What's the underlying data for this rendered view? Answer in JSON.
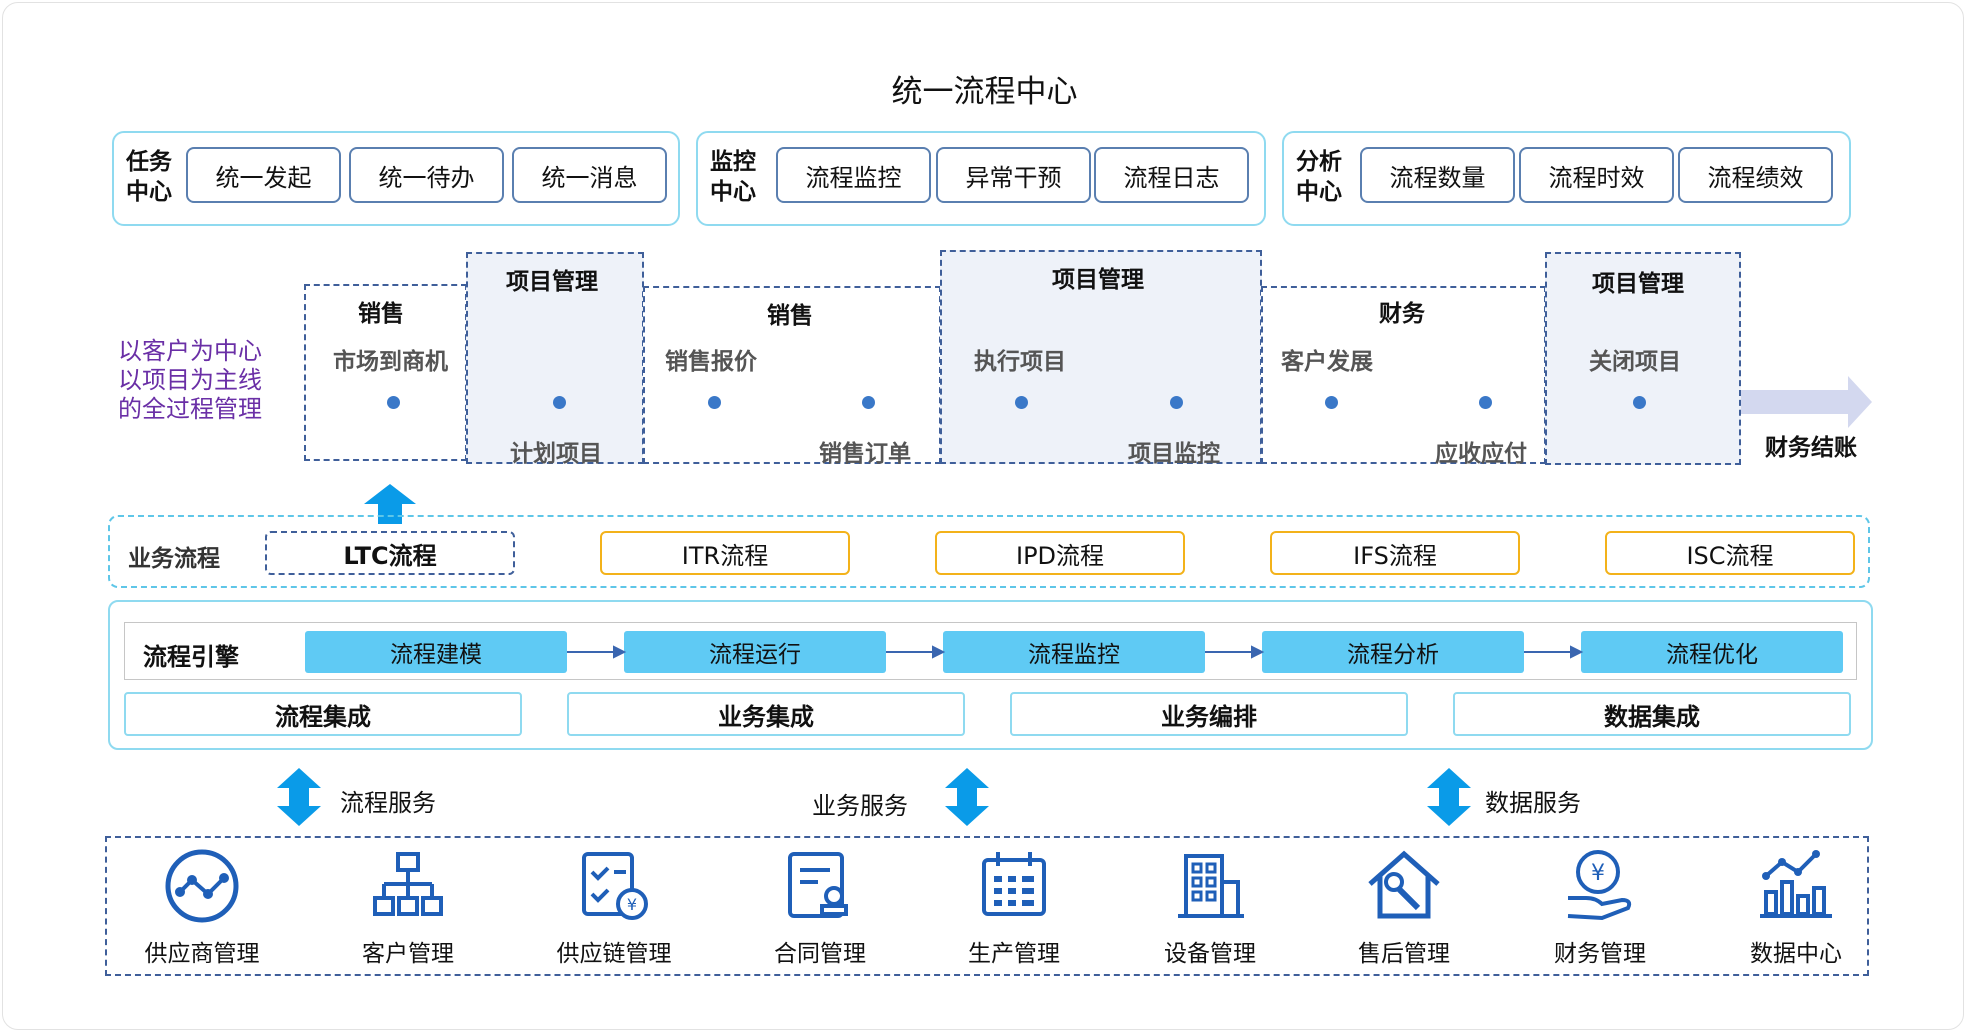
{
  "title": "统一流程中心",
  "centers": [
    {
      "label": "任务中心",
      "items": [
        "统一发起",
        "统一待办",
        "统一消息"
      ]
    },
    {
      "label": "监控中心",
      "items": [
        "流程监控",
        "异常干预",
        "流程日志"
      ]
    },
    {
      "label": "分析中心",
      "items": [
        "流程数量",
        "流程时效",
        "流程绩效"
      ]
    }
  ],
  "intro": [
    "以客户为中心",
    "以项目为主线",
    "的全过程管理"
  ],
  "stages": [
    {
      "category": "销售",
      "top": "市场到商机",
      "bottom": ""
    },
    {
      "category": "项目管理",
      "top": "",
      "bottom": "计划项目"
    },
    {
      "category": "销售",
      "top": "销售报价",
      "bottom": "销售订单"
    },
    {
      "category": "项目管理",
      "top": "执行项目",
      "bottom": "项目监控"
    },
    {
      "category": "财务",
      "top": "客户发展",
      "bottom": "应收应付"
    },
    {
      "category": "项目管理",
      "top": "关闭项目",
      "bottom": ""
    }
  ],
  "end_label": "财务结账",
  "business_flow": {
    "label": "业务流程",
    "items": [
      "LTC流程",
      "ITR流程",
      "IPD流程",
      "IFS流程",
      "ISC流程"
    ]
  },
  "engine": {
    "label": "流程引擎",
    "steps": [
      "流程建模",
      "流程运行",
      "流程监控",
      "流程分析",
      "流程优化"
    ],
    "integrations": [
      "流程集成",
      "业务集成",
      "业务编排",
      "数据集成"
    ]
  },
  "services": [
    "流程服务",
    "业务服务",
    "数据服务"
  ],
  "systems": [
    {
      "label": "供应商管理",
      "icon": "supplier-network-icon"
    },
    {
      "label": "客户管理",
      "icon": "org-chart-icon"
    },
    {
      "label": "供应链管理",
      "icon": "checklist-money-icon"
    },
    {
      "label": "合同管理",
      "icon": "contract-stamp-icon"
    },
    {
      "label": "生产管理",
      "icon": "calendar-grid-icon"
    },
    {
      "label": "设备管理",
      "icon": "building-icon"
    },
    {
      "label": "售后管理",
      "icon": "house-wrench-icon"
    },
    {
      "label": "财务管理",
      "icon": "hand-coin-icon"
    },
    {
      "label": "数据中心",
      "icon": "bar-chart-icon"
    }
  ],
  "colors": {
    "accent": "#3a78c8",
    "cyan": "#5fcaf4",
    "border": "#8fdaf0",
    "orange": "#f3b21a",
    "purple": "#6a2fa6",
    "arrow": "#0a9be8"
  }
}
